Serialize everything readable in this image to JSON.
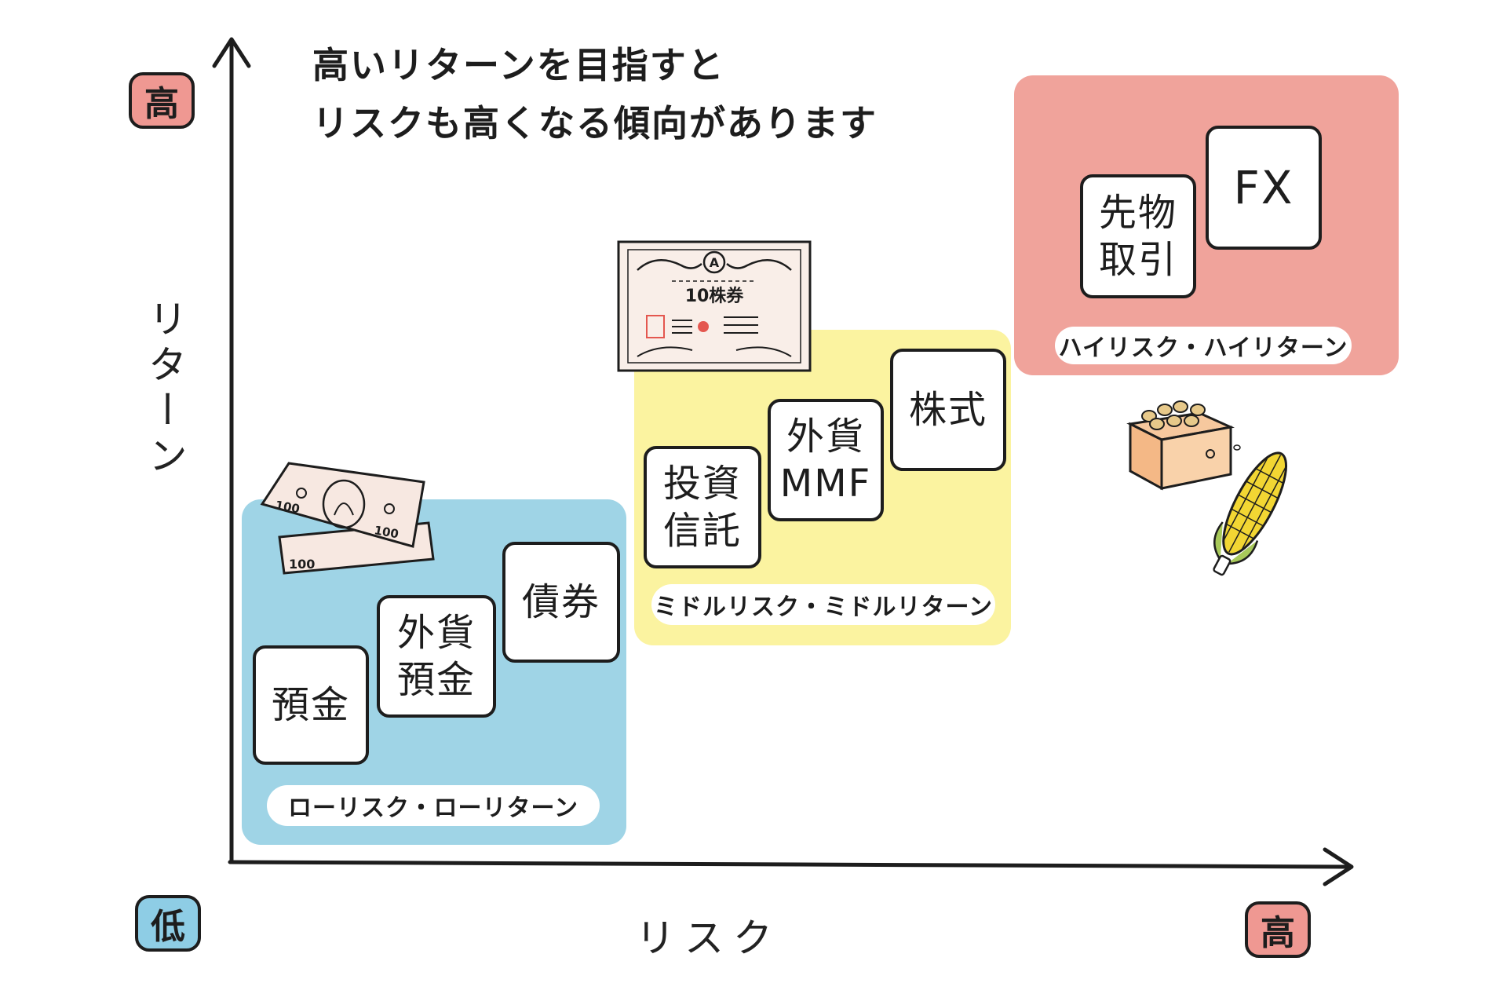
{
  "caption": {
    "line1": "高いリターンを目指すと",
    "line2": "リスクも高くなる傾向があります"
  },
  "axes": {
    "y_label": "リターン",
    "x_label": "リスク",
    "y_high_badge": "高",
    "x_high_badge": "高",
    "low_badge": "低"
  },
  "colors": {
    "low_zone": "#9fd4e6",
    "mid_zone": "#fbf3a0",
    "high_zone": "#f0a39b",
    "badge_high": "#ef9892",
    "badge_low": "#8ecde5",
    "axis": "#1d1d1d"
  },
  "zones": {
    "low": {
      "label": "ローリスク・ローリターン"
    },
    "mid": {
      "label": "ミドルリスク・ミドルリターン"
    },
    "high": {
      "label": "ハイリスク・ハイリターン"
    }
  },
  "items": {
    "deposit": "預金",
    "fx_deposit": "外貨\n預金",
    "bonds": "債券",
    "trust": "投資\n信託",
    "fx_mmf": "外貨\nMMF",
    "stocks": "株式",
    "futures": "先物\n取引",
    "fx": "FX"
  },
  "illustrations": {
    "certificate_text": "10株券",
    "certificate_mark": "A",
    "banknote_value": "100",
    "icons": [
      "banknote-icon",
      "stock-certificate-icon",
      "soybean-box-icon",
      "corn-icon"
    ]
  }
}
